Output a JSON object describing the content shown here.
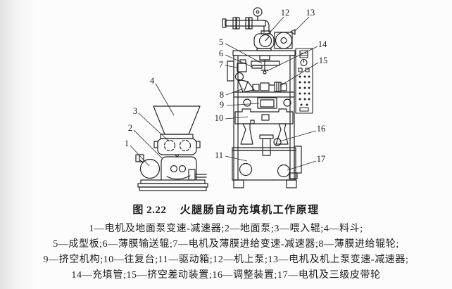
{
  "figure": {
    "number": "图 2.22",
    "title": "火腿肠自动充填机工作原理"
  },
  "legend": {
    "lines": [
      "1—电机及地面泵变速-减速器;2—地面泵;3—喂入辊;4—料斗;",
      "5—成型板;6—薄膜输送辊;7—电机及薄膜进给变速-减速器;8—薄膜进给辊轮;",
      "9—挤空机构;10—往复台;11—驱动箱;12—机上泵;13—电机及机上泵变速-减速器;",
      "14—充填管;15—挤空差动装置;16—调整装置;17—电机及三级皮带轮"
    ],
    "parts": [
      {
        "num": "1",
        "name": "电机及地面泵变速-减速器"
      },
      {
        "num": "2",
        "name": "地面泵"
      },
      {
        "num": "3",
        "name": "喂入辊"
      },
      {
        "num": "4",
        "name": "料斗"
      },
      {
        "num": "5",
        "name": "成型板"
      },
      {
        "num": "6",
        "name": "薄膜输送辊"
      },
      {
        "num": "7",
        "name": "电机及薄膜进给变速-减速器"
      },
      {
        "num": "8",
        "name": "薄膜进给辊轮"
      },
      {
        "num": "9",
        "name": "挤空机构"
      },
      {
        "num": "10",
        "name": "往复台"
      },
      {
        "num": "11",
        "name": "驱动箱"
      },
      {
        "num": "12",
        "name": "机上泵"
      },
      {
        "num": "13",
        "name": "电机及机上泵变速-减速器"
      },
      {
        "num": "14",
        "name": "充填管"
      },
      {
        "num": "15",
        "name": "挤空差动装置"
      },
      {
        "num": "16",
        "name": "调整装置"
      },
      {
        "num": "17",
        "name": "电机及三级皮带轮"
      }
    ]
  },
  "diagram": {
    "labels": [
      "1",
      "2",
      "3",
      "4",
      "5",
      "6",
      "7",
      "8",
      "9",
      "10",
      "11",
      "12",
      "13",
      "14",
      "15",
      "16",
      "17"
    ]
  },
  "colors": {
    "ink": "#1d1d1d",
    "line": "#262626",
    "paper": "#fcfcfc"
  }
}
